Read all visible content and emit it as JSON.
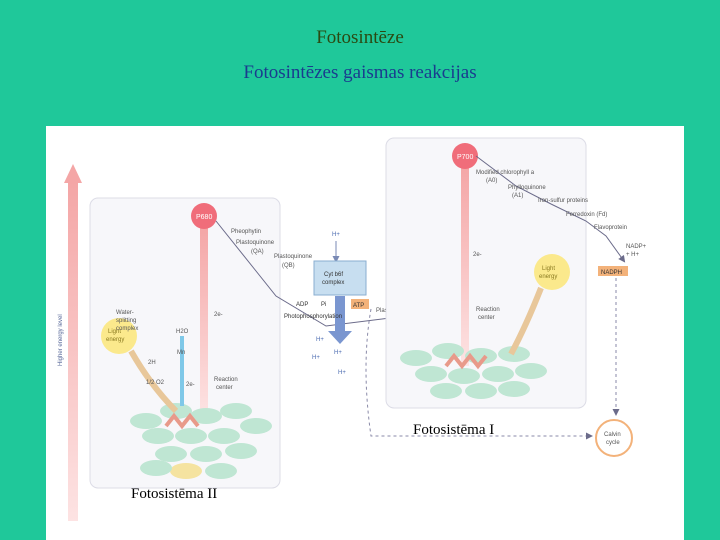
{
  "title": "Fotosintēze",
  "subtitle": "Fotosintēzes gaismas reakcijas",
  "axis_label": "Higher energy level",
  "labels": {
    "photosystem_1": "Fotosistēma I",
    "photosystem_2": "Fotosistēma II"
  },
  "ps2": {
    "p680": "P680",
    "pheophytin": "Pheophytin",
    "plastoquinone": "Plastoquinone",
    "qa": "(QA)",
    "plastoquinone2": "Plastoquinone",
    "qb": "(QB)",
    "h_plus": "H+",
    "water_splitting": [
      "Water-",
      "splitting",
      "complex"
    ],
    "h2o": "H2O",
    "mn": "Mn",
    "two_h": "2H",
    "half_o2": "1/2 O2",
    "two_e": "2e-",
    "two_e_upper": "2e-",
    "light": [
      "Light",
      "energy"
    ],
    "reaction_center": [
      "Reaction",
      "center"
    ]
  },
  "middle": {
    "cytb6f": "Cyt b6f",
    "complex": "complex",
    "adp": "ADP",
    "pi": "Pi",
    "atp": "ATP",
    "photophos": "Photophosphorylation",
    "plastocyanin": "Plastocyanin",
    "protons": [
      "H+",
      "H+",
      "H+",
      "H+"
    ]
  },
  "ps1": {
    "p700": "P700",
    "mod_chl": "Modified chlorophyll a",
    "a0": "(A0)",
    "phylloquinone": "Phylloquinone",
    "a1": "(A1)",
    "fes": "Iron-sulfur proteins",
    "fd": "Ferredoxin (Fd)",
    "flavoprotein": "Flavoprotein",
    "nadp": "NADP+",
    "nadp_h": "+ H+",
    "nadph": "NADPH",
    "two_e": "2e-",
    "light": [
      "Light",
      "energy"
    ],
    "reaction_center": [
      "Reaction",
      "center"
    ],
    "calvin": [
      "Calvin",
      "cycle"
    ]
  },
  "colors": {
    "background": "#1fc89a",
    "energy_arrow": "#f4a6a6",
    "p_circle": "#f06d7a",
    "sun": "#fbe98c",
    "chlorophyll": "#bfe6d3",
    "accessory": "#f5e3a0",
    "water_stream": "#7fc8e8",
    "dashed": "#8a8aa8"
  }
}
